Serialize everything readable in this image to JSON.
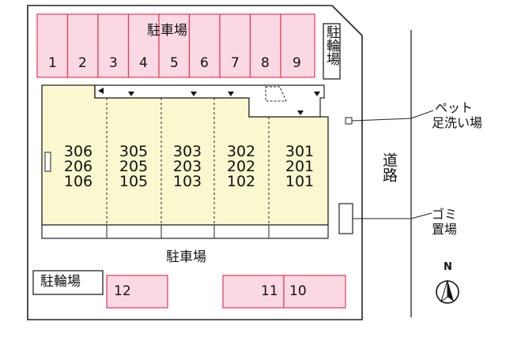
{
  "parking_north": {
    "title": "駐車場",
    "spaces": [
      "1",
      "2",
      "3",
      "4",
      "5",
      "6",
      "7",
      "8",
      "9"
    ]
  },
  "bicycle_north": {
    "label": "駐輪場"
  },
  "building": {
    "units": [
      {
        "top": "306",
        "mid": "206",
        "bot": "106"
      },
      {
        "top": "305",
        "mid": "205",
        "bot": "105"
      },
      {
        "top": "303",
        "mid": "203",
        "bot": "103"
      },
      {
        "top": "302",
        "mid": "202",
        "bot": "102"
      },
      {
        "top": "301",
        "mid": "201",
        "bot": "101"
      }
    ]
  },
  "foot_wash": {
    "label_line1": "ペット",
    "label_line2": "足洗い場"
  },
  "road": {
    "label": "道路"
  },
  "trash": {
    "label_line1": "ゴミ",
    "label_line2": "置場"
  },
  "parking_south": {
    "title": "駐車場",
    "spaces": [
      "12",
      "11",
      "10"
    ]
  },
  "bicycle_south": {
    "label": "駐輪場"
  },
  "compass": {
    "north": "N"
  },
  "colors": {
    "parking_fill": "#fbd9e4",
    "parking_stroke": "#e3385a",
    "building_fill": "#fbf7cf",
    "outline": "#222222"
  }
}
